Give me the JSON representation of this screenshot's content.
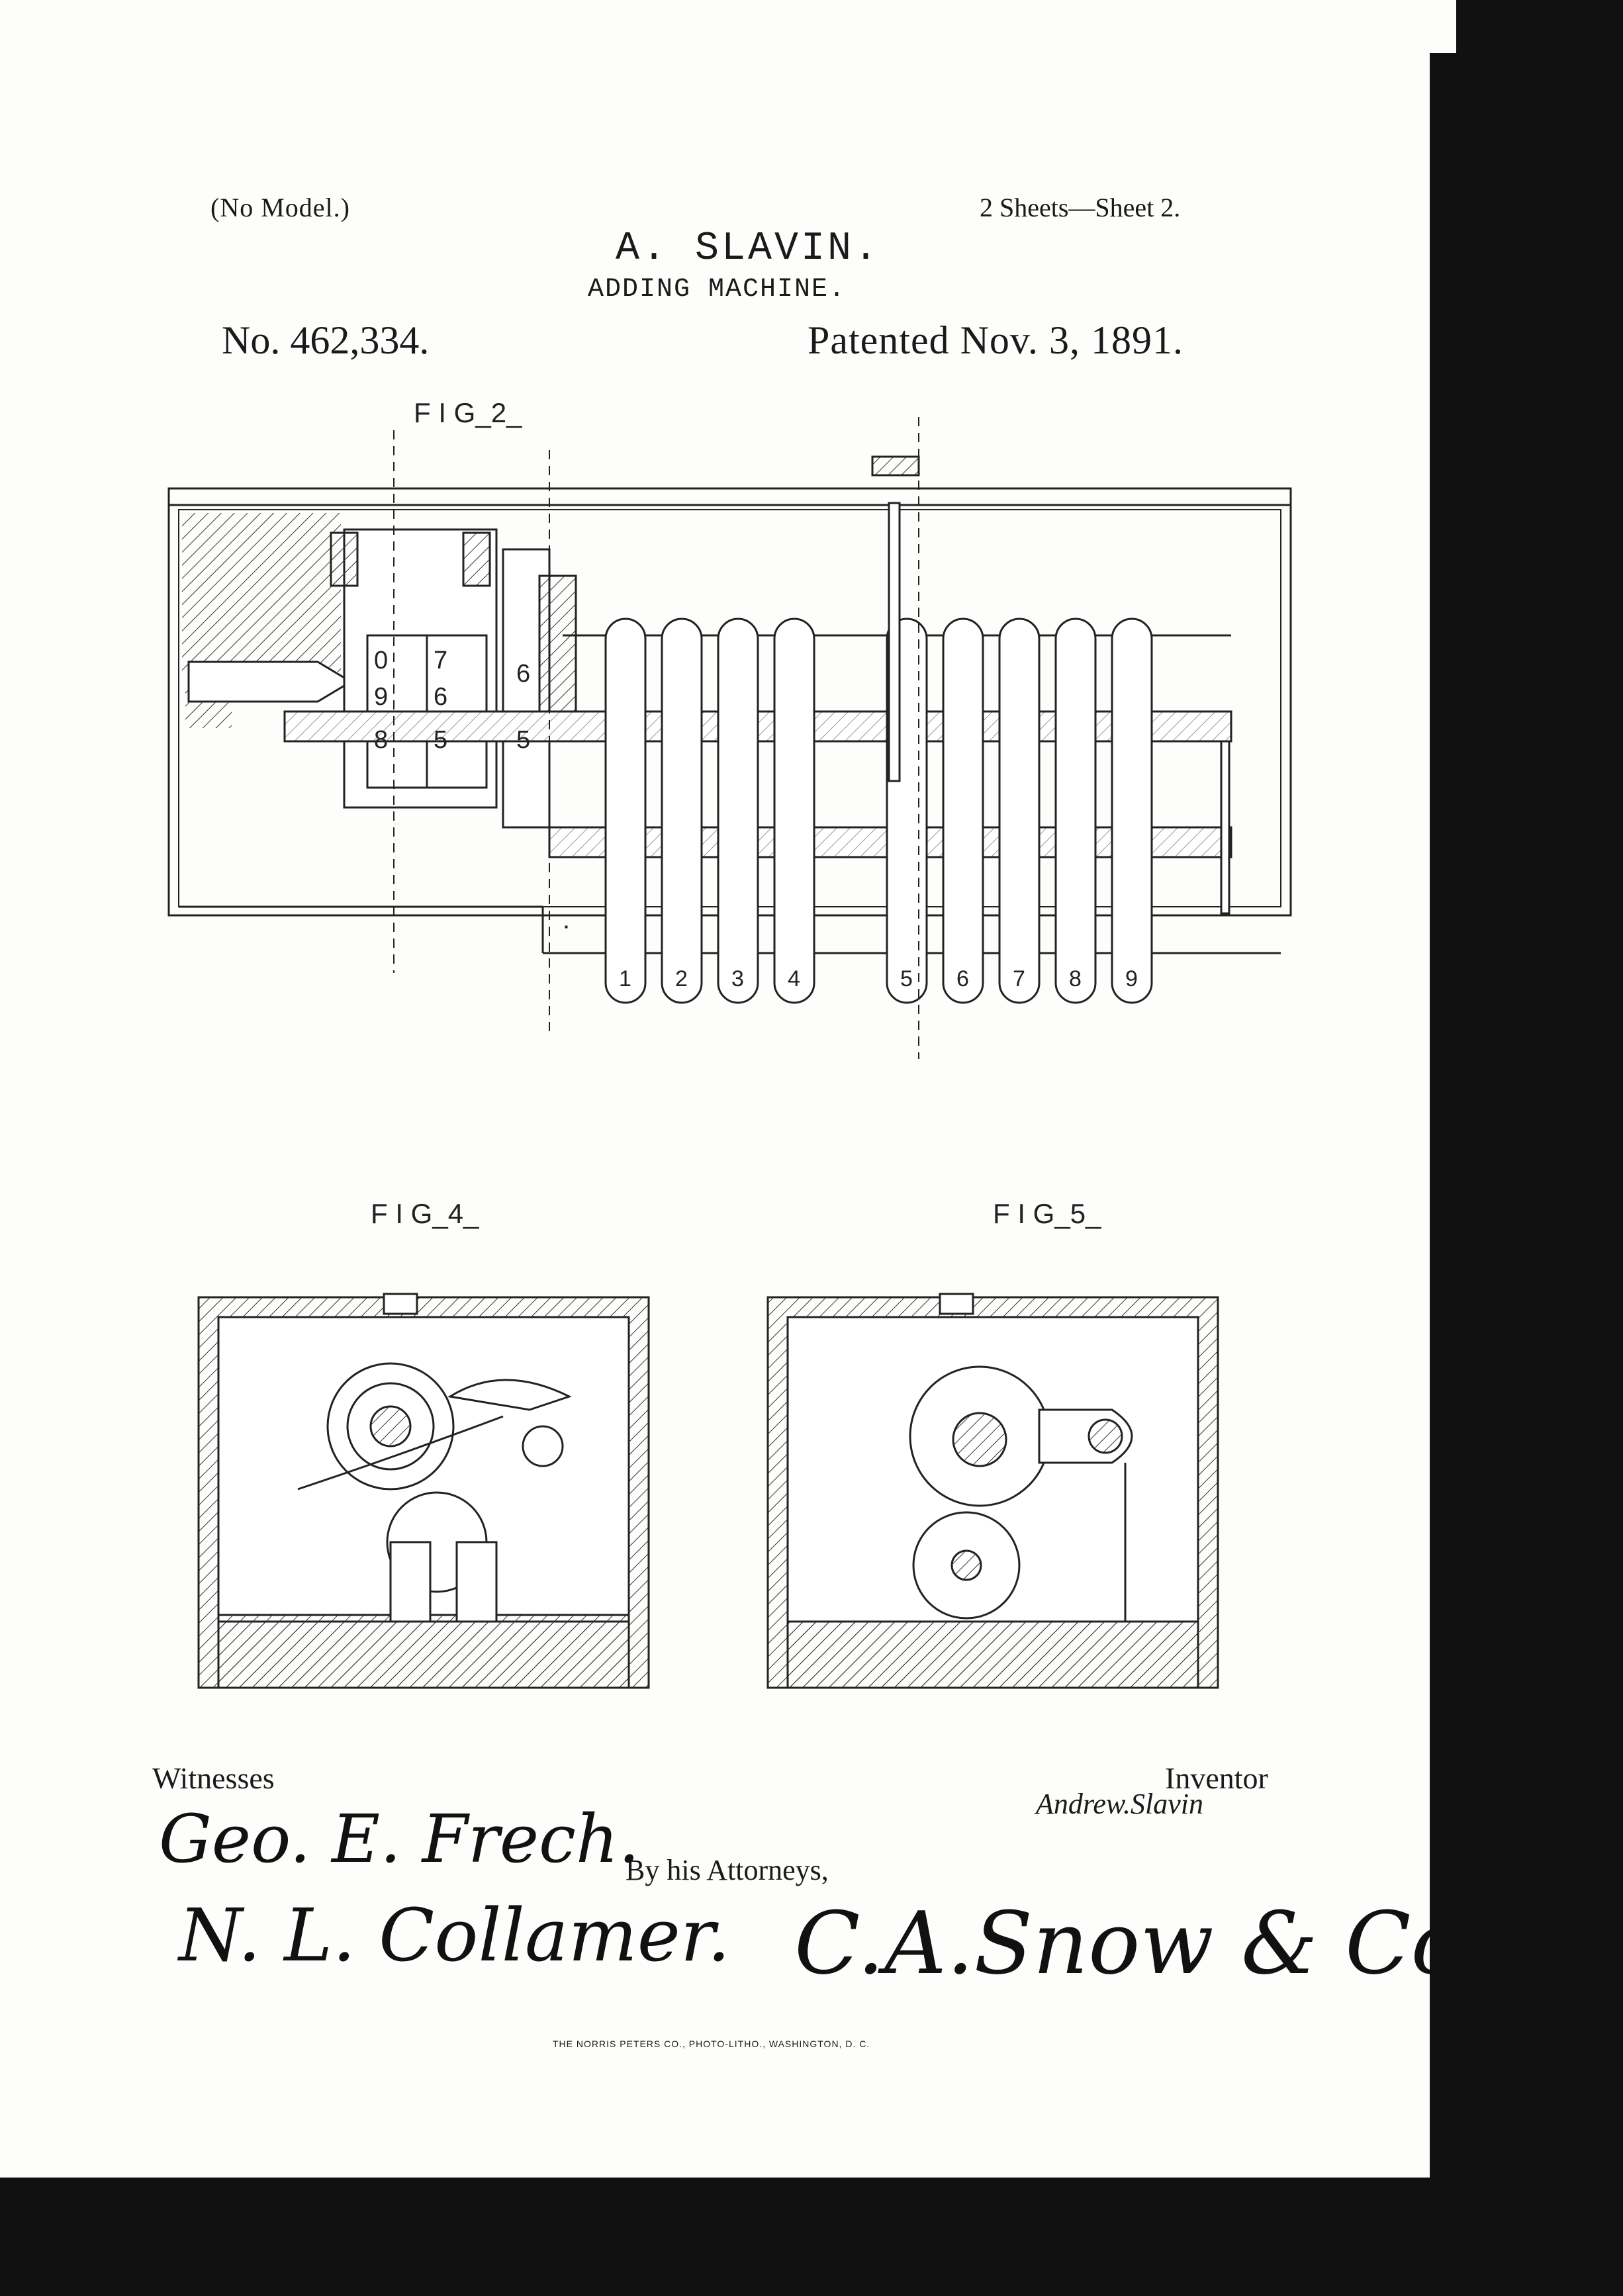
{
  "header": {
    "no_model": "(No Model.)",
    "sheets": "2 Sheets—Sheet 2.",
    "inventor": "A. SLAVIN.",
    "title": "ADDING MACHINE.",
    "patent_number": "No. 462,334.",
    "patent_date": "Patented Nov. 3, 1891."
  },
  "figures": {
    "fig2": "F I G_2_",
    "fig4": "F I G_4_",
    "fig5": "F I G_5_",
    "keys": [
      "1",
      "2",
      "3",
      "4",
      "5",
      "6",
      "7",
      "8",
      "9"
    ],
    "register_digits": [
      "0",
      "7",
      "9",
      "6",
      "6",
      "8",
      "5",
      "5"
    ]
  },
  "footer": {
    "witnesses_label": "Witnesses",
    "inventor_label": "Inventor",
    "inventor_signature": "Andrew.Slavin",
    "attorneys_label": "By his Attorneys,",
    "witness1": "Geo. E. Frech.",
    "witness2": "N. L. Collamer.",
    "attorney_sig": "C.A.Snow & Co.",
    "printer": "THE NORRIS PETERS CO., PHOTO-LITHO., WASHINGTON, D. C."
  }
}
